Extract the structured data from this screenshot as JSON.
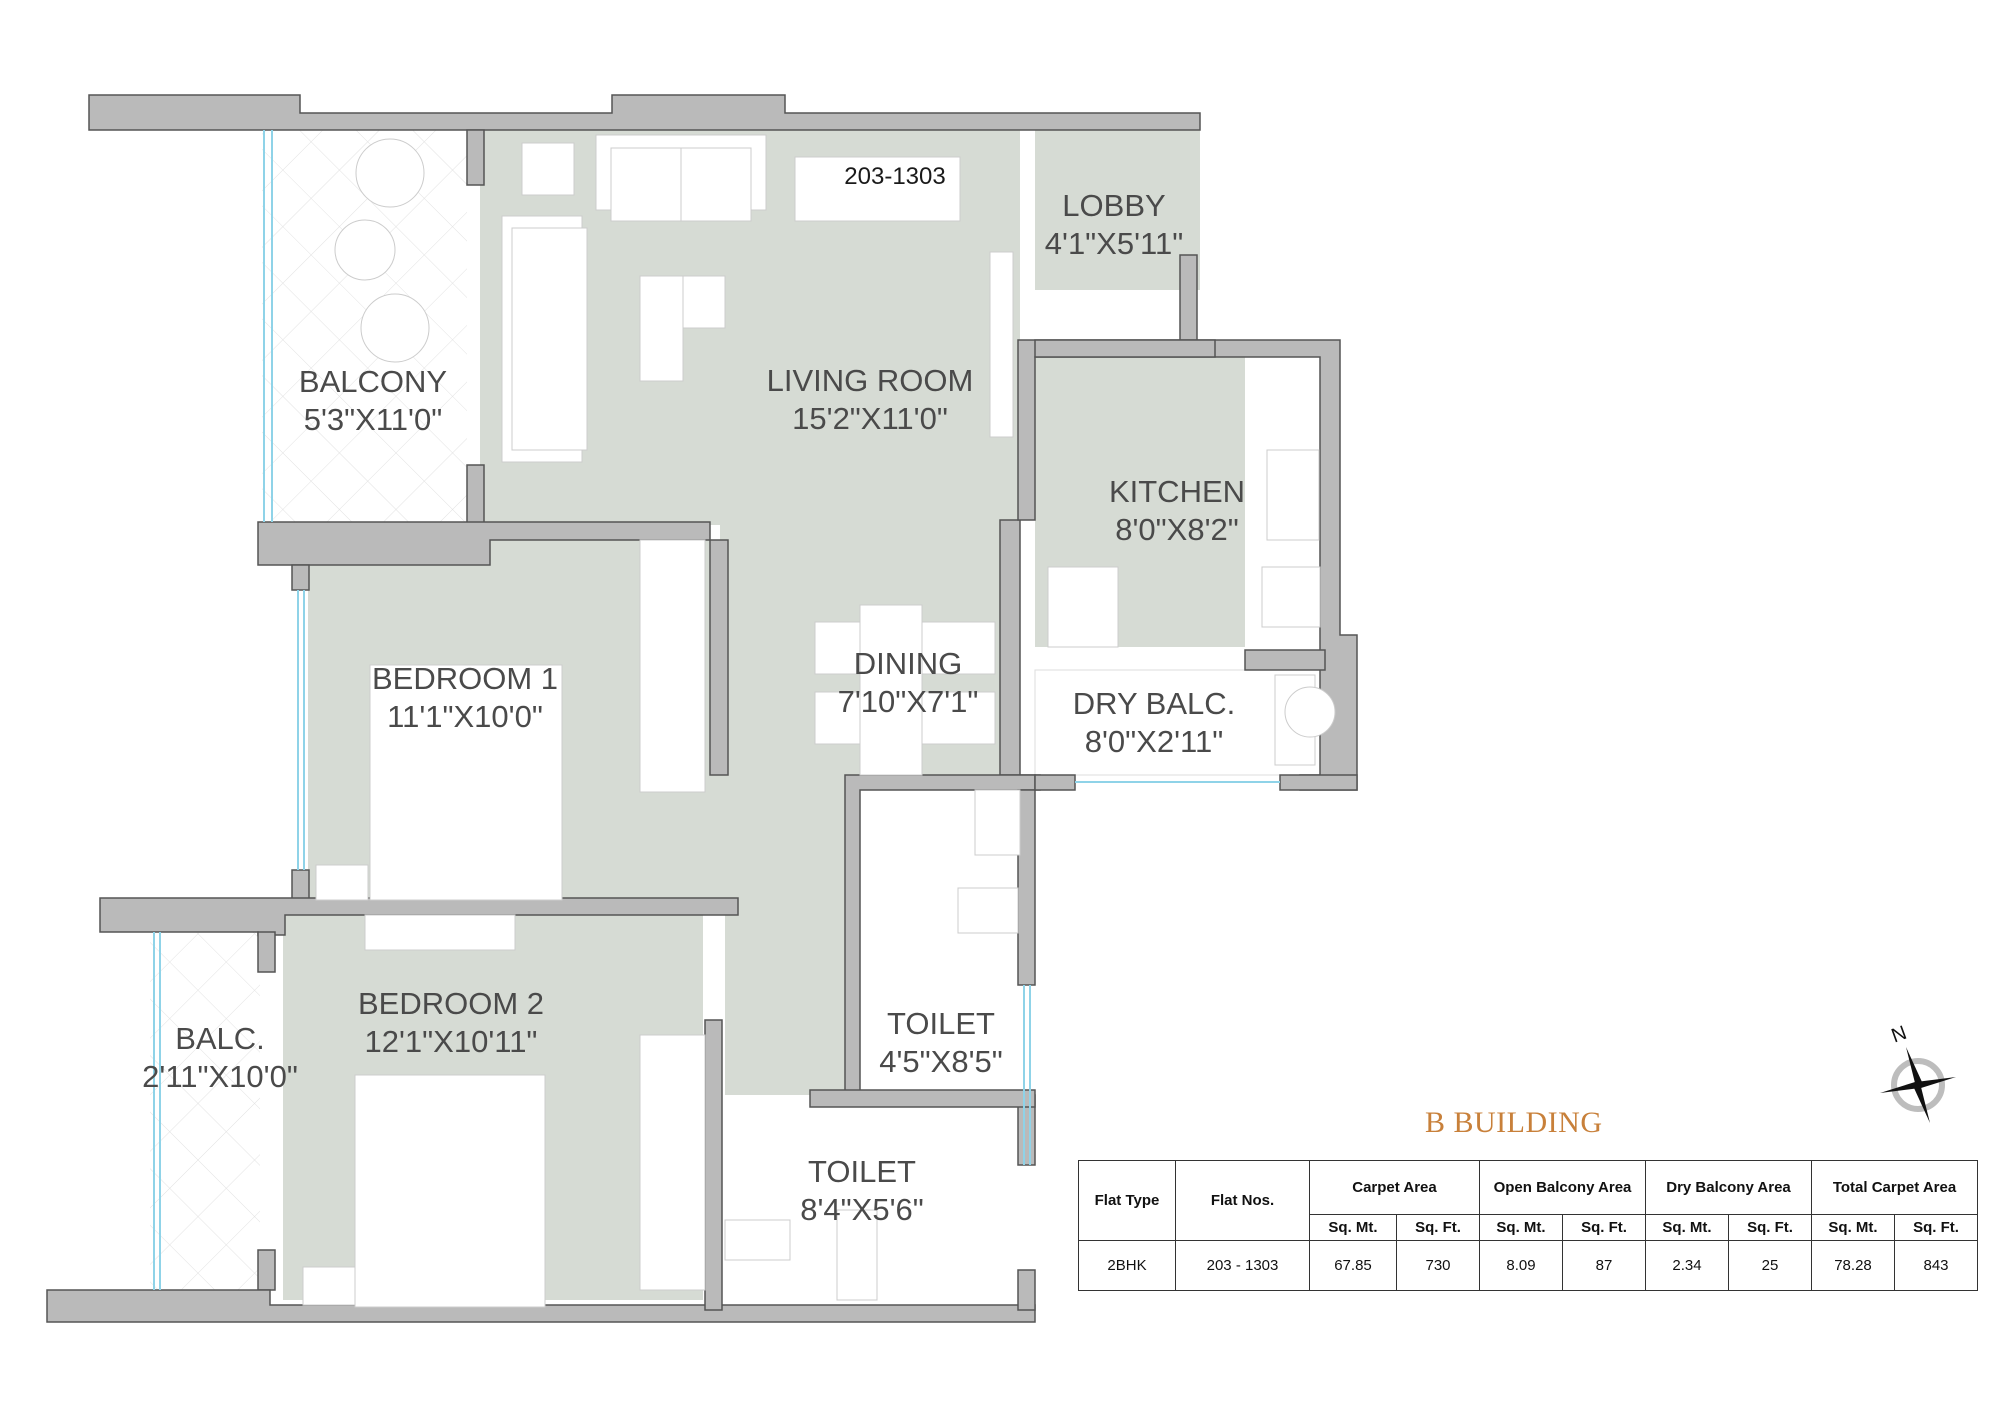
{
  "plan": {
    "unit_label": "203-1303",
    "rooms": [
      {
        "id": "balcony",
        "name": "BALCONY",
        "size": "5'3\"X11'0\""
      },
      {
        "id": "living-room",
        "name": "LIVING ROOM",
        "size": "15'2\"X11'0\""
      },
      {
        "id": "lobby",
        "name": "LOBBY",
        "size": "4'1\"X5'11\""
      },
      {
        "id": "kitchen",
        "name": "KITCHEN",
        "size": "8'0\"X8'2\""
      },
      {
        "id": "dining",
        "name": "DINING",
        "size": "7'10\"X7'1\""
      },
      {
        "id": "dry-balcony",
        "name": "DRY BALC.",
        "size": "8'0\"X2'11\""
      },
      {
        "id": "bedroom-1",
        "name": "BEDROOM 1",
        "size": "11'1\"X10'0\""
      },
      {
        "id": "bedroom-2",
        "name": "BEDROOM 2",
        "size": "12'1\"X10'11\""
      },
      {
        "id": "balc",
        "name": "BALC.",
        "size": "2'11\"X10'0\""
      },
      {
        "id": "toilet-1",
        "name": "TOILET",
        "size": "4'5\"X8'5\""
      },
      {
        "id": "toilet-2",
        "name": "TOILET",
        "size": "8'4\"X5'6\""
      }
    ],
    "compass_label": "N",
    "colors": {
      "wall": "#bababa",
      "floor": "#d6dbd4",
      "title": "#c8803a",
      "glass": "#8fd3e8"
    }
  },
  "building": {
    "title": "B BUILDING"
  },
  "area_table": {
    "headers": {
      "flat_type": "Flat Type",
      "flat_nos": "Flat Nos.",
      "groups": [
        "Carpet Area",
        "Open Balcony Area",
        "Dry Balcony Area",
        "Total Carpet Area"
      ],
      "units": [
        "Sq. Mt.",
        "Sq. Ft.",
        "Sq. Mt.",
        "Sq. Ft.",
        "Sq. Mt.",
        "Sq. Ft.",
        "Sq. Mt.",
        "Sq. Ft."
      ]
    },
    "rows": [
      {
        "flat_type": "2BHK",
        "flat_nos": "203 - 1303",
        "values": [
          "67.85",
          "730",
          "8.09",
          "87",
          "2.34",
          "25",
          "78.28",
          "843"
        ]
      }
    ]
  }
}
